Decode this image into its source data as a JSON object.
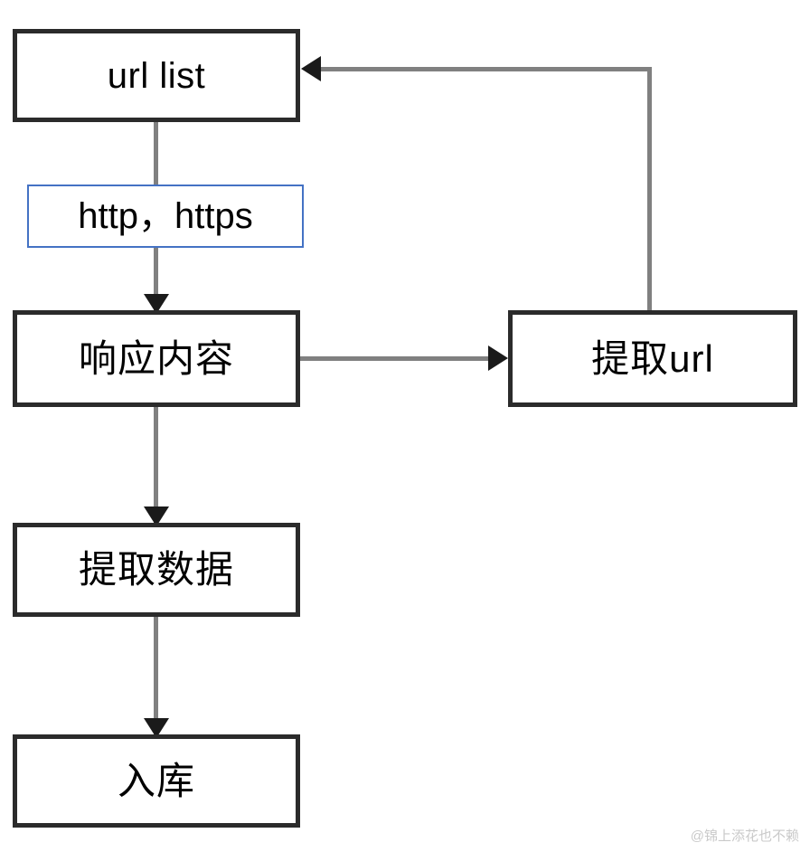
{
  "diagram": {
    "title": "crawler-flow",
    "colors": {
      "node_border": "#2b2b2b",
      "note_border": "#4472c4",
      "connector": "#808080",
      "arrowhead": "#1a1a1a",
      "background": "#ffffff",
      "watermark": "#c9c9c9"
    },
    "nodes": [
      {
        "id": "url-list",
        "label": "url list",
        "shape": "rectangle",
        "style": "process"
      },
      {
        "id": "response",
        "label": "响应内容",
        "shape": "rectangle",
        "style": "process"
      },
      {
        "id": "extract-data",
        "label": "提取数据",
        "shape": "rectangle",
        "style": "process"
      },
      {
        "id": "store",
        "label": "入库",
        "shape": "rectangle",
        "style": "process"
      },
      {
        "id": "extract-url",
        "label": "提取url",
        "shape": "rectangle",
        "style": "process"
      }
    ],
    "annotations": [
      {
        "id": "protocol-note",
        "label": "http，https",
        "shape": "rectangle",
        "style": "note-blue"
      }
    ],
    "edges": [
      {
        "from": "url-list",
        "to": "response",
        "label": "",
        "direction": "down",
        "arrow": "single"
      },
      {
        "from": "response",
        "to": "extract-data",
        "label": "",
        "direction": "down",
        "arrow": "single"
      },
      {
        "from": "extract-data",
        "to": "store",
        "label": "",
        "direction": "down",
        "arrow": "single"
      },
      {
        "from": "response",
        "to": "extract-url",
        "label": "",
        "direction": "right",
        "arrow": "single"
      },
      {
        "from": "extract-url",
        "to": "url-list",
        "label": "",
        "direction": "up-left",
        "arrow": "single"
      }
    ]
  },
  "watermark": {
    "text": "@锦上添花也不赖"
  }
}
